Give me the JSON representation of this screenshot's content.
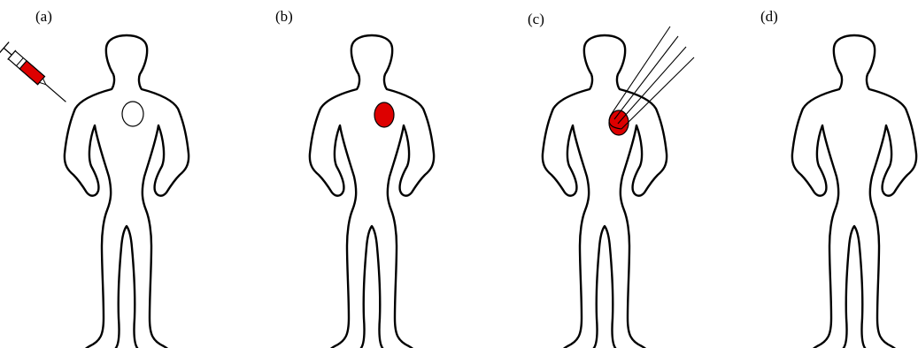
{
  "panels": [
    {
      "id": "a",
      "label": "(a)"
    },
    {
      "id": "b",
      "label": "(b)"
    },
    {
      "id": "c",
      "label": "(c)"
    },
    {
      "id": "d",
      "label": "(d)"
    }
  ],
  "colors": {
    "outline": "#000000",
    "highlight": "#dd0000",
    "background": "#ffffff"
  }
}
